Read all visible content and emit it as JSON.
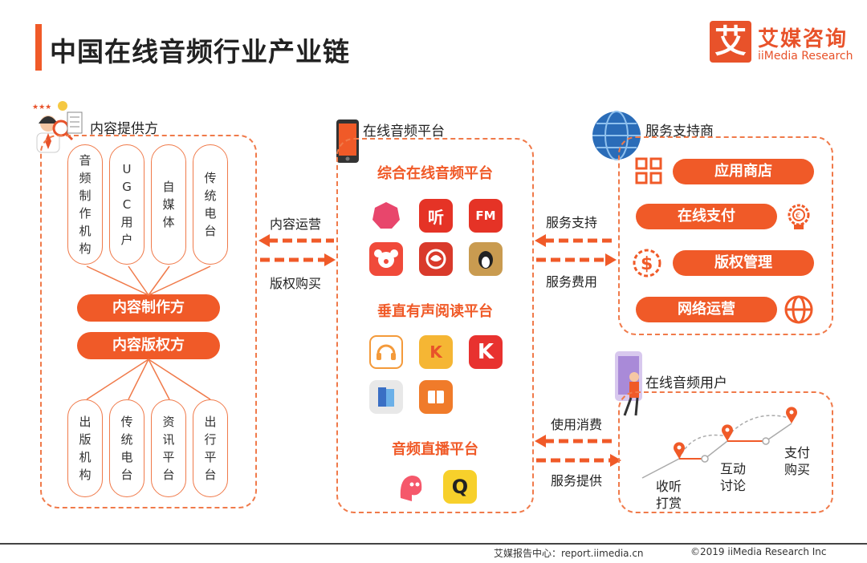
{
  "title": "中国在线音频行业产业链",
  "logo": {
    "mark": "艾",
    "cn": "艾媒咨询",
    "en": "iiMedia Research"
  },
  "provider": {
    "label": "内容提供方",
    "top_pills": [
      "音频制作机构",
      "UGC用户",
      "自媒体",
      "传统电台"
    ],
    "mid_pills": [
      "内容制作方",
      "内容版权方"
    ],
    "bottom_pills": [
      "出版机构",
      "传统电台",
      "资讯平台",
      "出行平台"
    ]
  },
  "platform": {
    "label": "在线音频平台",
    "categories": [
      "综合在线音频平台",
      "垂直有声阅读平台",
      "音频直播平台"
    ],
    "apps_row1": [
      "",
      "听",
      "FM"
    ],
    "apps_row2": [
      "",
      "",
      ""
    ],
    "apps_row3": [
      "",
      "K",
      "K"
    ],
    "apps_row4": [
      "",
      ""
    ],
    "apps_row5": [
      "",
      "Q"
    ]
  },
  "arrows_left": {
    "top": "内容运营",
    "bottom": "版权购买"
  },
  "arrows_right": {
    "top": "服务支持",
    "bottom": "服务费用"
  },
  "arrows_user": {
    "top": "使用消费",
    "bottom": "服务提供"
  },
  "services": {
    "label": "服务支持商",
    "items": [
      "应用商店",
      "在线支付",
      "版权管理",
      "网络运营"
    ]
  },
  "users": {
    "label": "在线音频用户",
    "steps": [
      "收听\n打赏",
      "互动\n讨论",
      "支付\n购买"
    ]
  },
  "footer": {
    "left": "艾媒报告中心：report.iimedia.cn",
    "right": "©2019  iiMedia Research  Inc"
  },
  "colors": {
    "accent": "#f05a28",
    "dash": "#f07a4a"
  }
}
